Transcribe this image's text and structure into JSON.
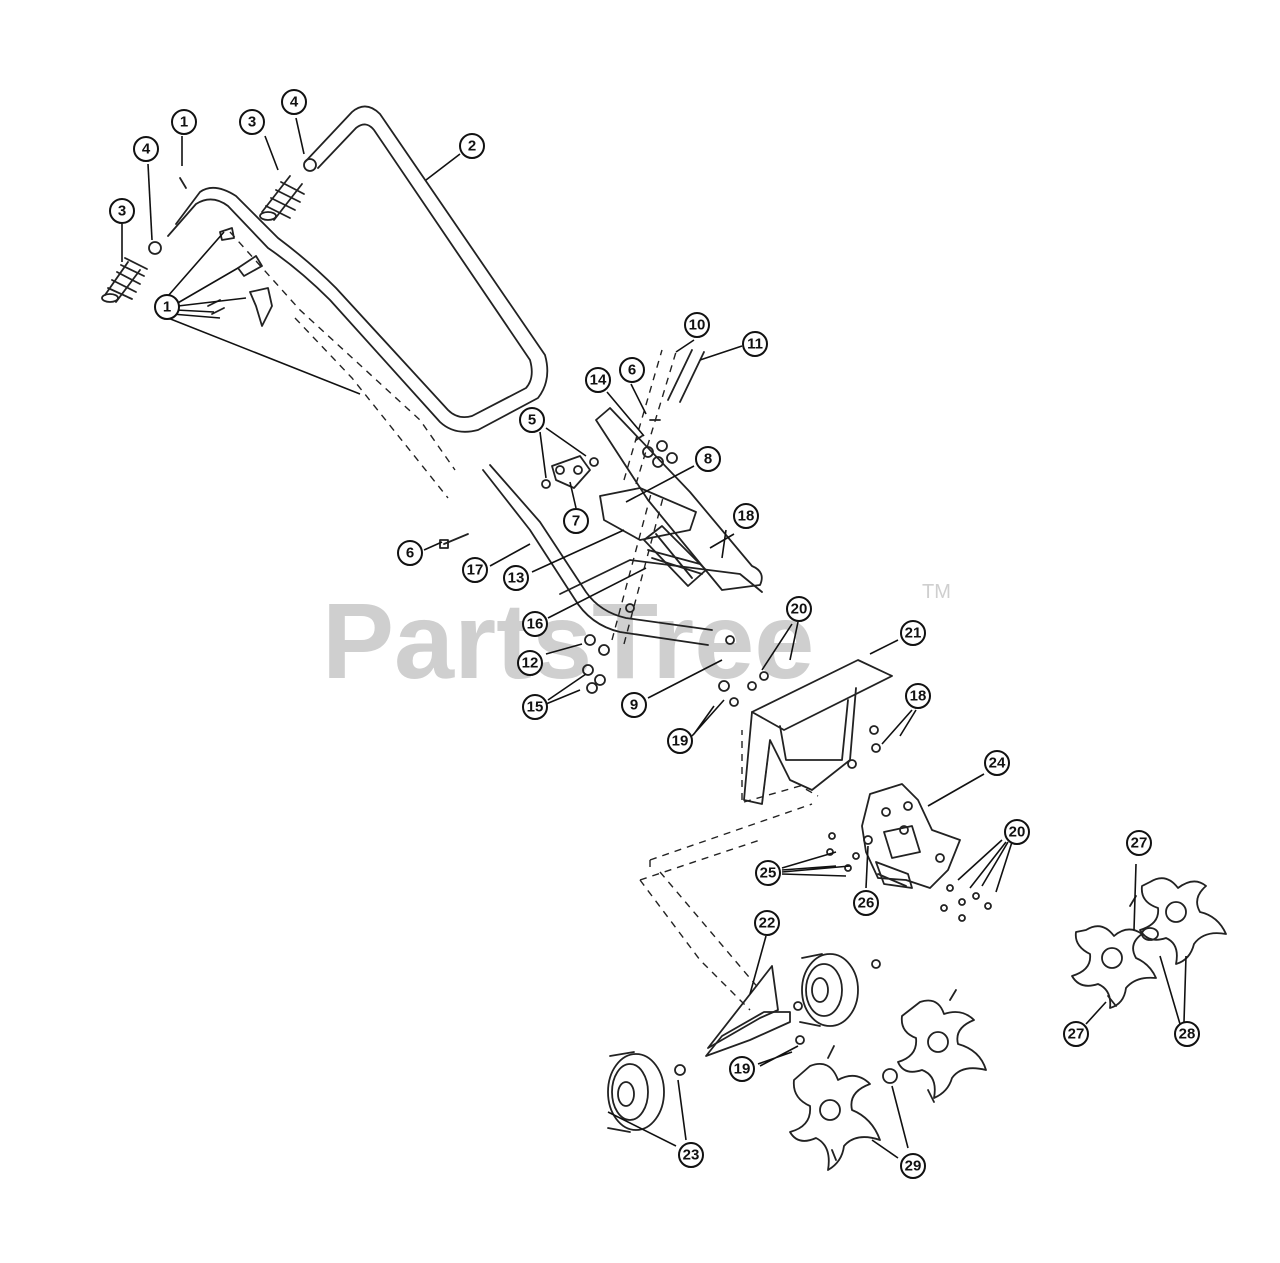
{
  "watermark": {
    "text": "PartsTree",
    "trademark": "TM"
  },
  "callouts": {
    "c1_top": "1",
    "c1_left": "1",
    "c2": "2",
    "c3_left": "3",
    "c3_right": "3",
    "c4_left": "4",
    "c4_right": "4",
    "c5": "5",
    "c6_upper": "6",
    "c6_left": "6",
    "c7": "7",
    "c8": "8",
    "c9": "9",
    "c10": "10",
    "c11": "11",
    "c12": "12",
    "c13": "13",
    "c14": "14",
    "c15": "15",
    "c16": "16",
    "c17": "17",
    "c18_upper": "18",
    "c18_lower": "18",
    "c19_upper": "19",
    "c19_lower": "19",
    "c20_upper": "20",
    "c20_lower": "20",
    "c21": "21",
    "c22": "22",
    "c23": "23",
    "c24": "24",
    "c25": "25",
    "c26": "26",
    "c27_upper": "27",
    "c27_lower": "27",
    "c28": "28",
    "c29": "29"
  }
}
